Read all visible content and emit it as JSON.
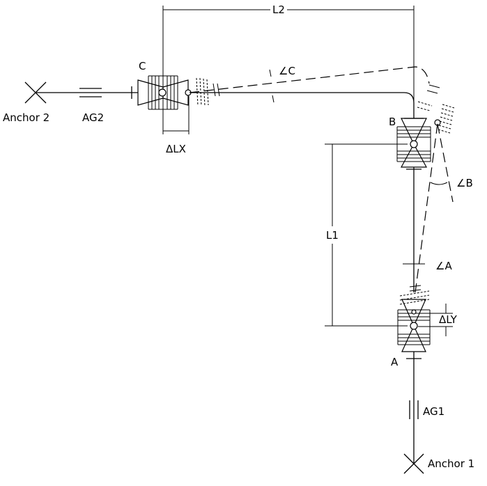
{
  "labels": {
    "node_a": "A",
    "node_b": "B",
    "node_c": "C",
    "anchor1": "Anchor 1",
    "anchor2": "Anchor 2",
    "ag1": "AG1",
    "ag2": "AG2",
    "l1": "L1",
    "l2": "L2",
    "dlx": "ΔLX",
    "dly": "ΔLY",
    "angle_a": "∠A",
    "angle_b": "∠B",
    "angle_c": "∠C"
  }
}
